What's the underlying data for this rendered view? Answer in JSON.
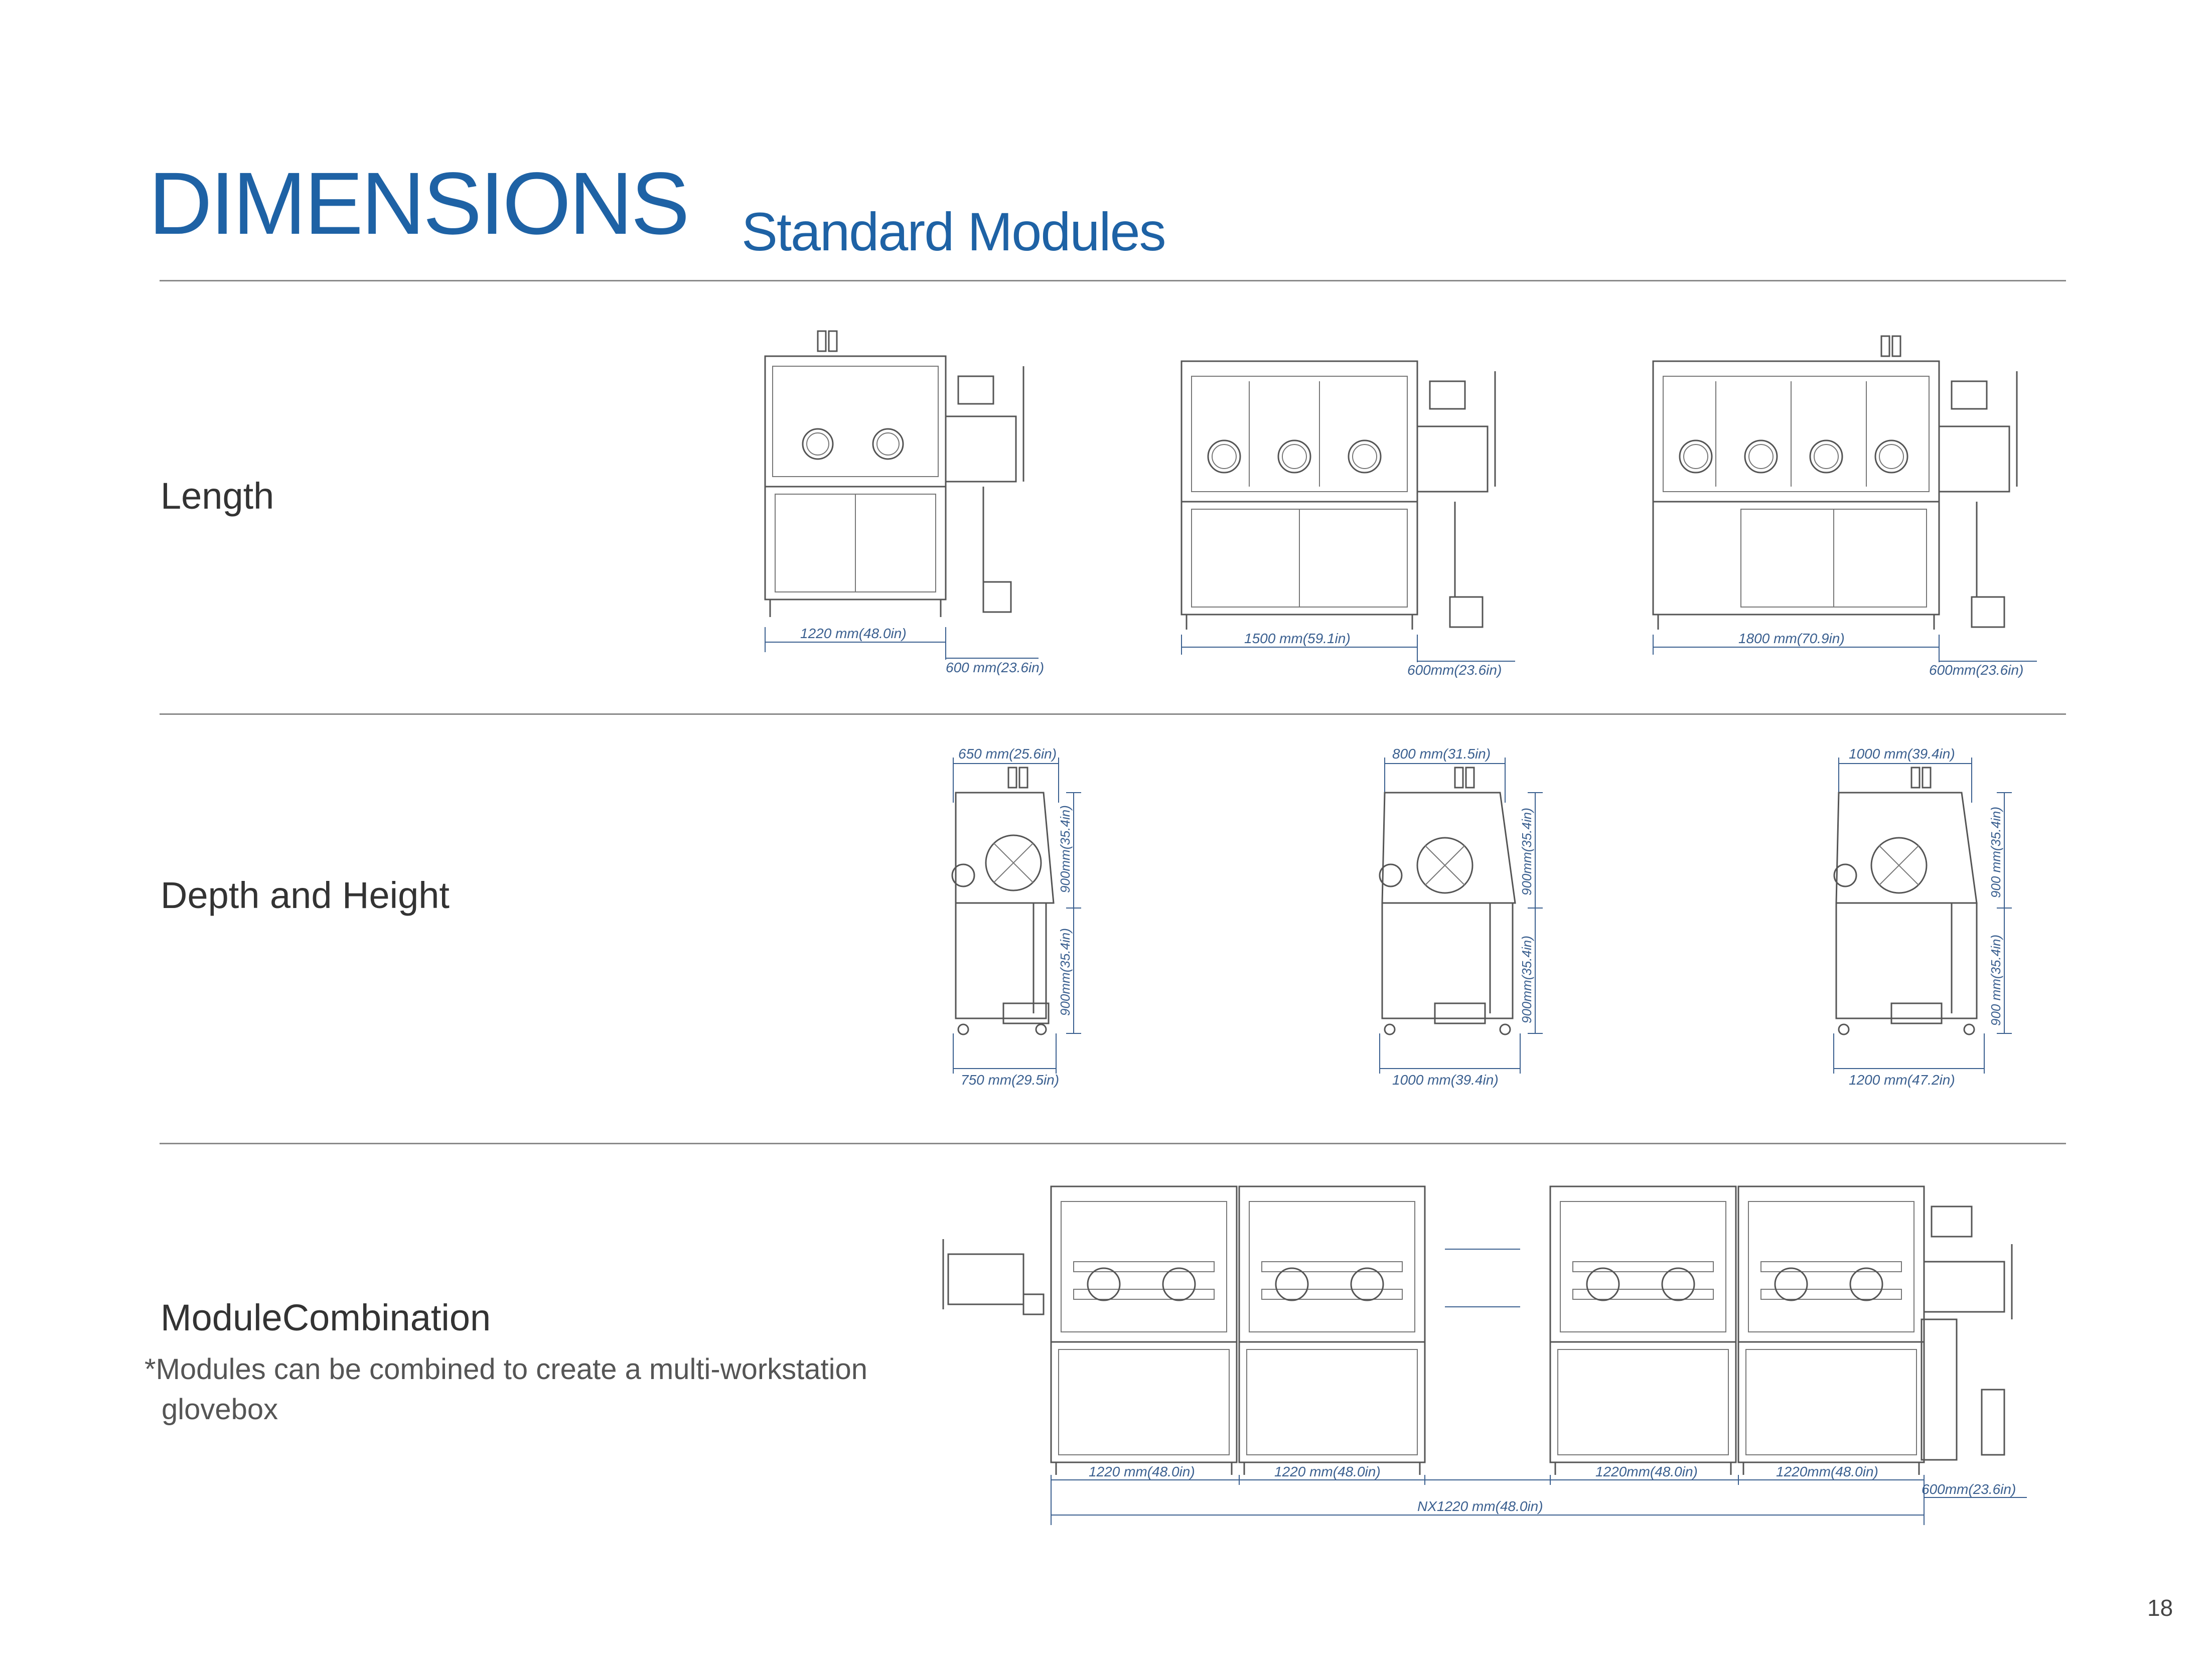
{
  "header": {
    "title": "DIMENSIONS",
    "subtitle": "Standard Modules"
  },
  "sections": {
    "length": {
      "label": "Length",
      "models": [
        {
          "length": "1220 mm(48.0in)",
          "extra": "600 mm(23.6in)",
          "gloves": 2
        },
        {
          "length": "1500 mm(59.1in)",
          "extra": "600mm(23.6in)",
          "gloves": 3
        },
        {
          "length": "1800 mm(70.9in)",
          "extra": "600mm(23.6in)",
          "gloves": 4
        }
      ]
    },
    "depth_height": {
      "label": "Depth and Height",
      "models": [
        {
          "top": "650 mm(25.6in)",
          "bottom": "750 mm(29.5in)",
          "upper_h": "900mm(35.4in)",
          "lower_h": "900mm(35.4in)"
        },
        {
          "top": "800 mm(31.5in)",
          "bottom": "1000 mm(39.4in)",
          "upper_h": "900mm(35.4in)",
          "lower_h": "900mm(35.4in)"
        },
        {
          "top": "1000 mm(39.4in)",
          "bottom": "1200 mm(47.2in)",
          "upper_h": "900 mm(35.4in)",
          "lower_h": "900 mm(35.4in)"
        }
      ]
    },
    "combination": {
      "label": "ModuleCombination",
      "note_line1": "*Modules can be combined to create a multi-workstation",
      "note_line2": "glovebox",
      "dims": [
        "1220 mm(48.0in)",
        "1220 mm(48.0in)",
        "1220mm(48.0in)",
        "1220mm(48.0in)"
      ],
      "extra": "600mm(23.6in)",
      "total": "NX1220 mm(48.0in)"
    }
  },
  "page_number": "18"
}
